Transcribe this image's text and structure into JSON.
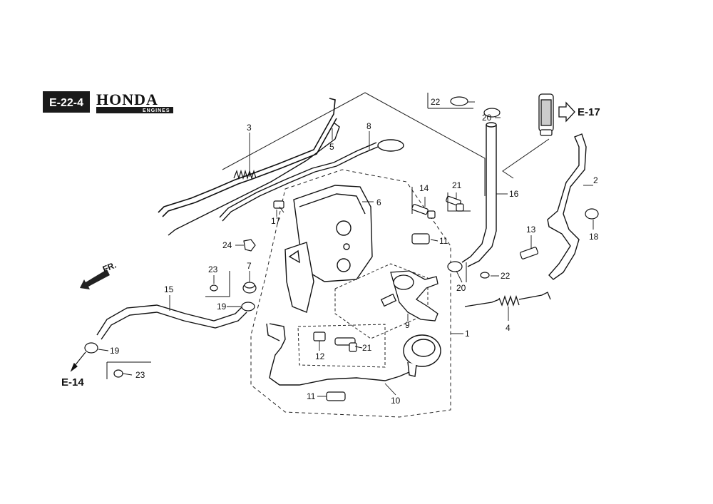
{
  "header": {
    "code": "E-22-4",
    "brand": "HONDA",
    "brand_sub": "ENGINES"
  },
  "refs": {
    "e17": "E-17",
    "e14": "E-14",
    "front": "FR."
  },
  "callouts": {
    "c1": "1",
    "c2": "2",
    "c3": "3",
    "c4": "4",
    "c5": "5",
    "c6": "6",
    "c7": "7",
    "c8": "8",
    "c9": "9",
    "c10": "10",
    "c11a": "11",
    "c11b": "11",
    "c12": "12",
    "c13": "13",
    "c14": "14",
    "c15": "15",
    "c16": "16",
    "c17": "17",
    "c18": "18",
    "c19a": "19",
    "c19b": "19",
    "c20a": "20",
    "c20b": "20",
    "c21a": "21",
    "c21b": "21",
    "c22a": "22",
    "c22b": "22",
    "c23a": "23",
    "c23b": "23",
    "c24": "24"
  }
}
